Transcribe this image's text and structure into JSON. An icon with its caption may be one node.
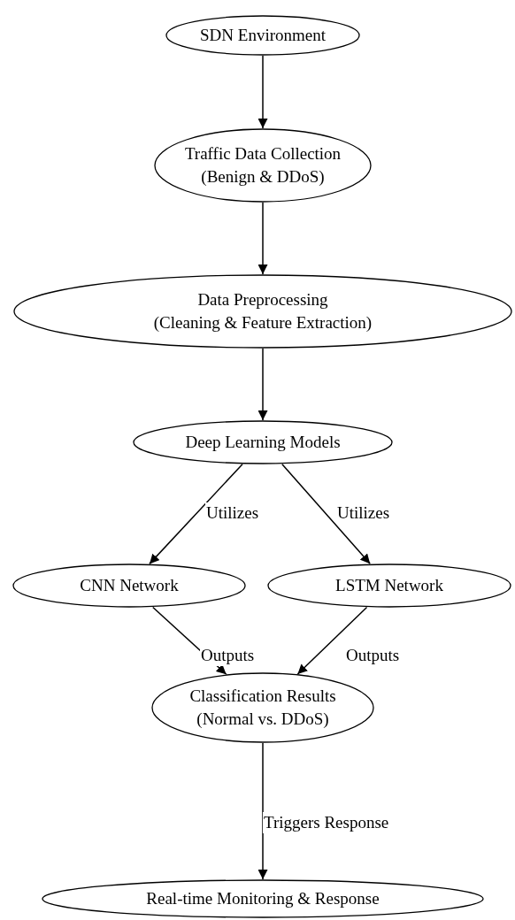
{
  "diagram": {
    "nodes": [
      {
        "text": [
          "SDN Environment"
        ]
      },
      {
        "text": [
          "Traffic Data Collection",
          "(Benign & DDoS)"
        ]
      },
      {
        "text": [
          "Data Preprocessing",
          "(Cleaning & Feature Extraction)"
        ]
      },
      {
        "text": [
          "Deep Learning Models"
        ]
      },
      {
        "text": [
          "CNN Network"
        ]
      },
      {
        "text": [
          "LSTM Network"
        ]
      },
      {
        "text": [
          "Classification Results",
          "(Normal vs. DDoS)"
        ]
      },
      {
        "text": [
          "Real-time Monitoring & Response"
        ]
      }
    ],
    "edges": [
      {
        "from": 0,
        "to": 1,
        "arrow": "to"
      },
      {
        "from": 1,
        "to": 2,
        "arrow": "to"
      },
      {
        "from": 2,
        "to": 3,
        "arrow": "to"
      },
      {
        "from": 3,
        "to": 4,
        "arrow": "to",
        "label": "Utilizes"
      },
      {
        "from": 3,
        "to": 5,
        "arrow": "to",
        "label": "Utilizes"
      },
      {
        "from": 4,
        "to": 6,
        "arrow": "to",
        "label": "Outputs"
      },
      {
        "from": 5,
        "to": 6,
        "arrow": "to",
        "label": "Outputs"
      },
      {
        "from": 6,
        "to": 7,
        "arrow": "to",
        "label": "Triggers Response"
      }
    ]
  }
}
